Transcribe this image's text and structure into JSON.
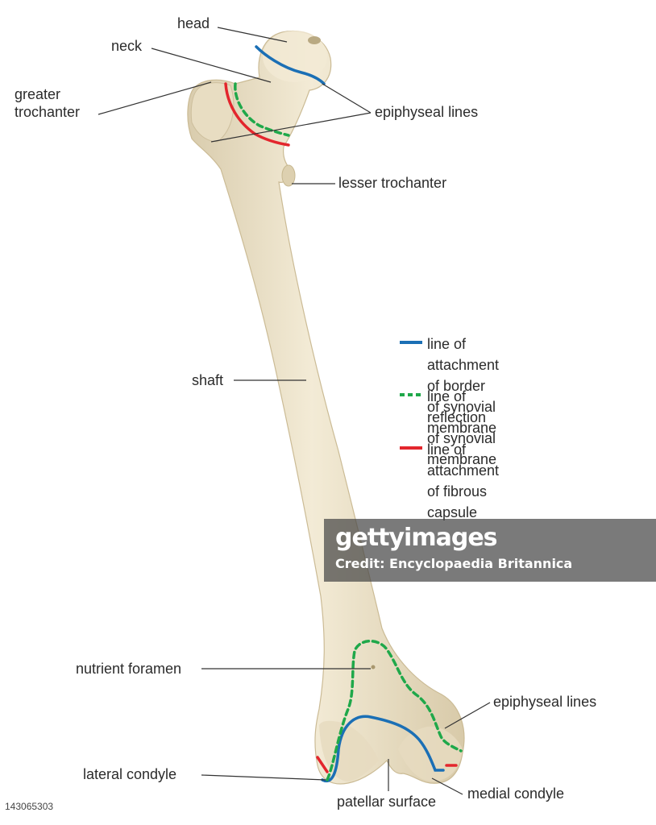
{
  "labels": {
    "head": "head",
    "neck": "neck",
    "greater_trochanter": "greater\ntrochanter",
    "epiphyseal_lines_top": "epiphyseal lines",
    "lesser_trochanter": "lesser trochanter",
    "shaft": "shaft",
    "nutrient_foramen": "nutrient foramen",
    "epiphyseal_lines_bottom": "epiphyseal lines",
    "lateral_condyle": "lateral condyle",
    "patellar_surface": "patellar surface",
    "medial_condyle": "medial condyle"
  },
  "legend": {
    "items": [
      {
        "text": "line of attachment of border\nof synovial membrane",
        "color": "#1b6fb5",
        "style": "solid"
      },
      {
        "text": "line of reflection\nof synovial membrane",
        "color": "#1fa84a",
        "style": "dashed"
      },
      {
        "text": "line of attachment\nof fibrous capsule",
        "color": "#e3262d",
        "style": "solid"
      }
    ]
  },
  "colors": {
    "bone": "#ece2c9",
    "bone_shadow": "#d4c6a4",
    "synovial_border": "#1b6fb5",
    "synovial_reflection": "#1fa84a",
    "fibrous_capsule": "#e3262d",
    "leader": "#333333"
  },
  "watermark": {
    "logo": "gettyimages",
    "credit": "Credit: Encyclopaedia Britannica"
  },
  "stock_id": "143065303"
}
